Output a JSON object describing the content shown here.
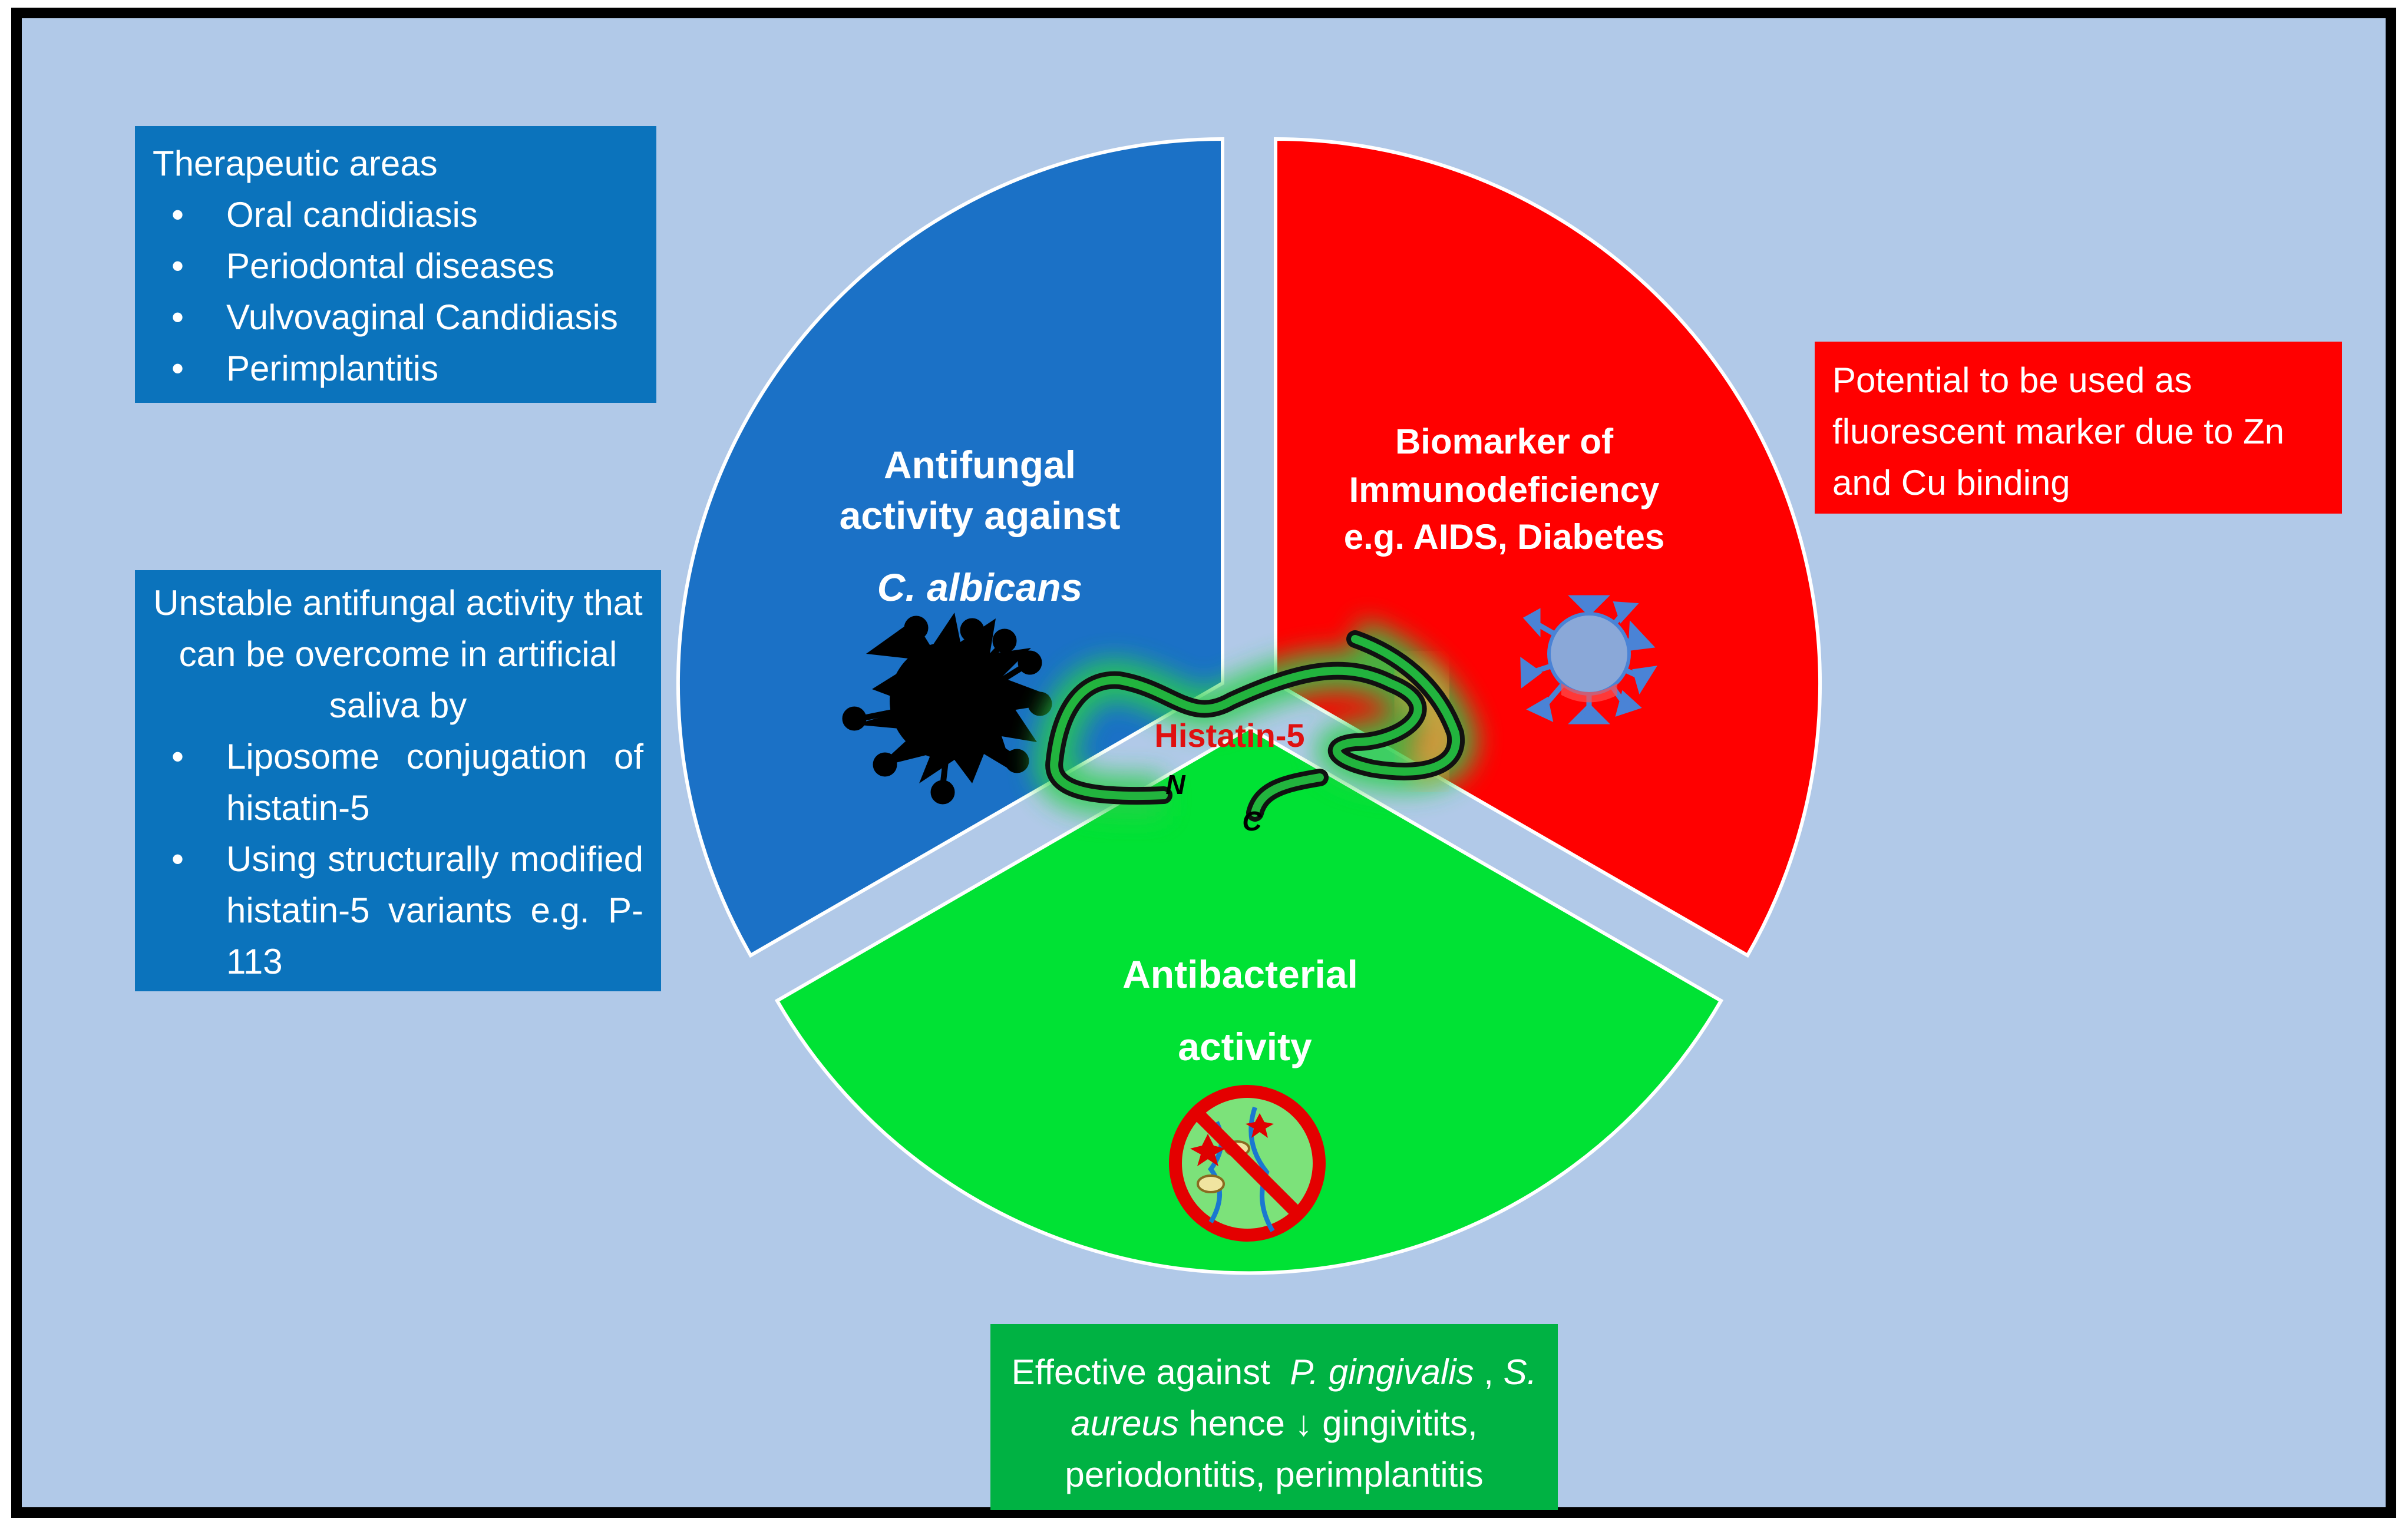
{
  "colors": {
    "background": "#b1c9e8",
    "frame": "#000000",
    "antifungal_sector": "#1b71c6",
    "biomarker_sector": "#ff0000",
    "antibacterial_sector": "#00e234",
    "blue_box": "#0b73bc",
    "red_box": "#ff0000",
    "green_box": "#00b243",
    "histatin_label": "#e01010"
  },
  "sectors": {
    "antifungal": {
      "line1": "Antifungal",
      "line2": "activity against",
      "line3": "C. albicans"
    },
    "biomarker": {
      "line1": "Biomarker of",
      "line2": "Immunodeficiency",
      "line3": "e.g. AIDS, Diabetes"
    },
    "antibacterial": {
      "line1": "Antibacterial",
      "line2": "activity"
    }
  },
  "peptide": {
    "label": "Histatin-5",
    "n_terminus": "N",
    "c_terminus": "C"
  },
  "icons": {
    "fungus": "fungal-cell-icon",
    "virus": "virus-icon",
    "no_bacteria": "no-bacteria-icon"
  },
  "therapeutic_box": {
    "title": "Therapeutic areas",
    "items": [
      "Oral candidiasis",
      "Periodontal diseases",
      "Vulvovaginal Candidiasis",
      "Perimplantitis"
    ]
  },
  "saliva_box": {
    "intro": "Unstable antifungal activity that can be overcome in artificial saliva by",
    "items": [
      "Liposome conjugation of histatin-5",
      "Using structurally modified histatin-5 variants e.g. P-113"
    ]
  },
  "fluorescent_box": {
    "text": "Potential to be used as fluorescent marker due to Zn and Cu binding"
  },
  "bacteria_box": {
    "prefix": "Effective against",
    "organism1": "P. gingivalis",
    "sep": ",",
    "organism2": "S. aureus",
    "suffix": "hence ↓ gingivitits, periodontitis, perimplantitis"
  }
}
